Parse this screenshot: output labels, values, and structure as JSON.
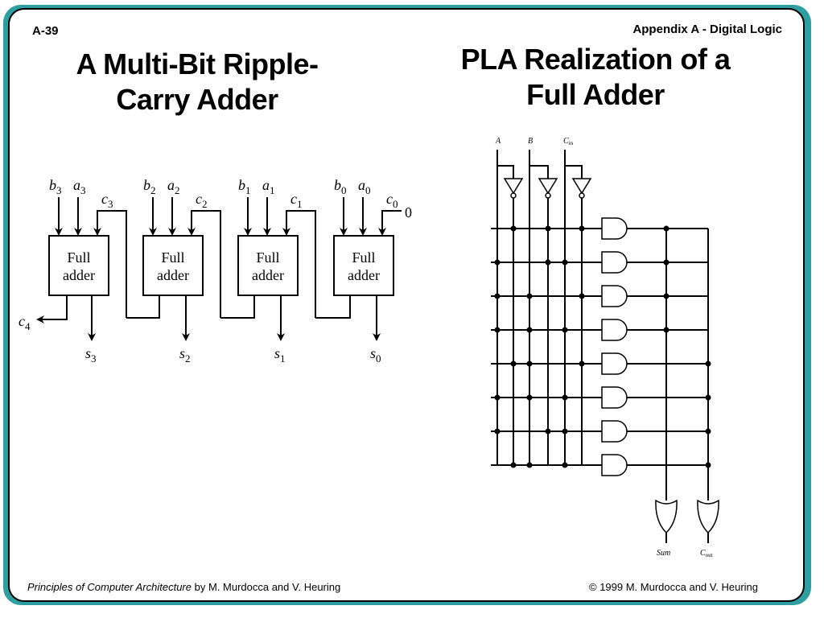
{
  "header": {
    "slide_number": "A-39",
    "section": "Appendix A - Digital Logic"
  },
  "titles": {
    "left": "A Multi-Bit Ripple-Carry Adder",
    "right": "PLA Realization of a Full Adder"
  },
  "ripple_adder": {
    "block_label_line1": "Full",
    "block_label_line2": "adder",
    "carry_in_value": "0",
    "carry_out_label": "c",
    "carry_out_sub": "4",
    "stages": [
      {
        "b": "b",
        "b_sub": "3",
        "a": "a",
        "a_sub": "3",
        "c": "c",
        "c_sub": "3",
        "s": "s",
        "s_sub": "3"
      },
      {
        "b": "b",
        "b_sub": "2",
        "a": "a",
        "a_sub": "2",
        "c": "c",
        "c_sub": "2",
        "s": "s",
        "s_sub": "2"
      },
      {
        "b": "b",
        "b_sub": "1",
        "a": "a",
        "a_sub": "1",
        "c": "c",
        "c_sub": "1",
        "s": "s",
        "s_sub": "1"
      },
      {
        "b": "b",
        "b_sub": "0",
        "a": "a",
        "a_sub": "0",
        "c": "c",
        "c_sub": "0",
        "s": "s",
        "s_sub": "0"
      }
    ]
  },
  "pla": {
    "inputs": [
      {
        "label": "A",
        "sub": ""
      },
      {
        "label": "B",
        "sub": ""
      },
      {
        "label": "C",
        "sub": "in"
      }
    ],
    "outputs": [
      {
        "label": "Sum",
        "sub": ""
      },
      {
        "label": "C",
        "sub": "out"
      }
    ]
  },
  "footer": {
    "book_title": "Principles of Computer Architecture",
    "authors": " by M. Murdocca and V. Heuring",
    "copyright": "© 1999 M. Murdocca and V. Heuring"
  }
}
